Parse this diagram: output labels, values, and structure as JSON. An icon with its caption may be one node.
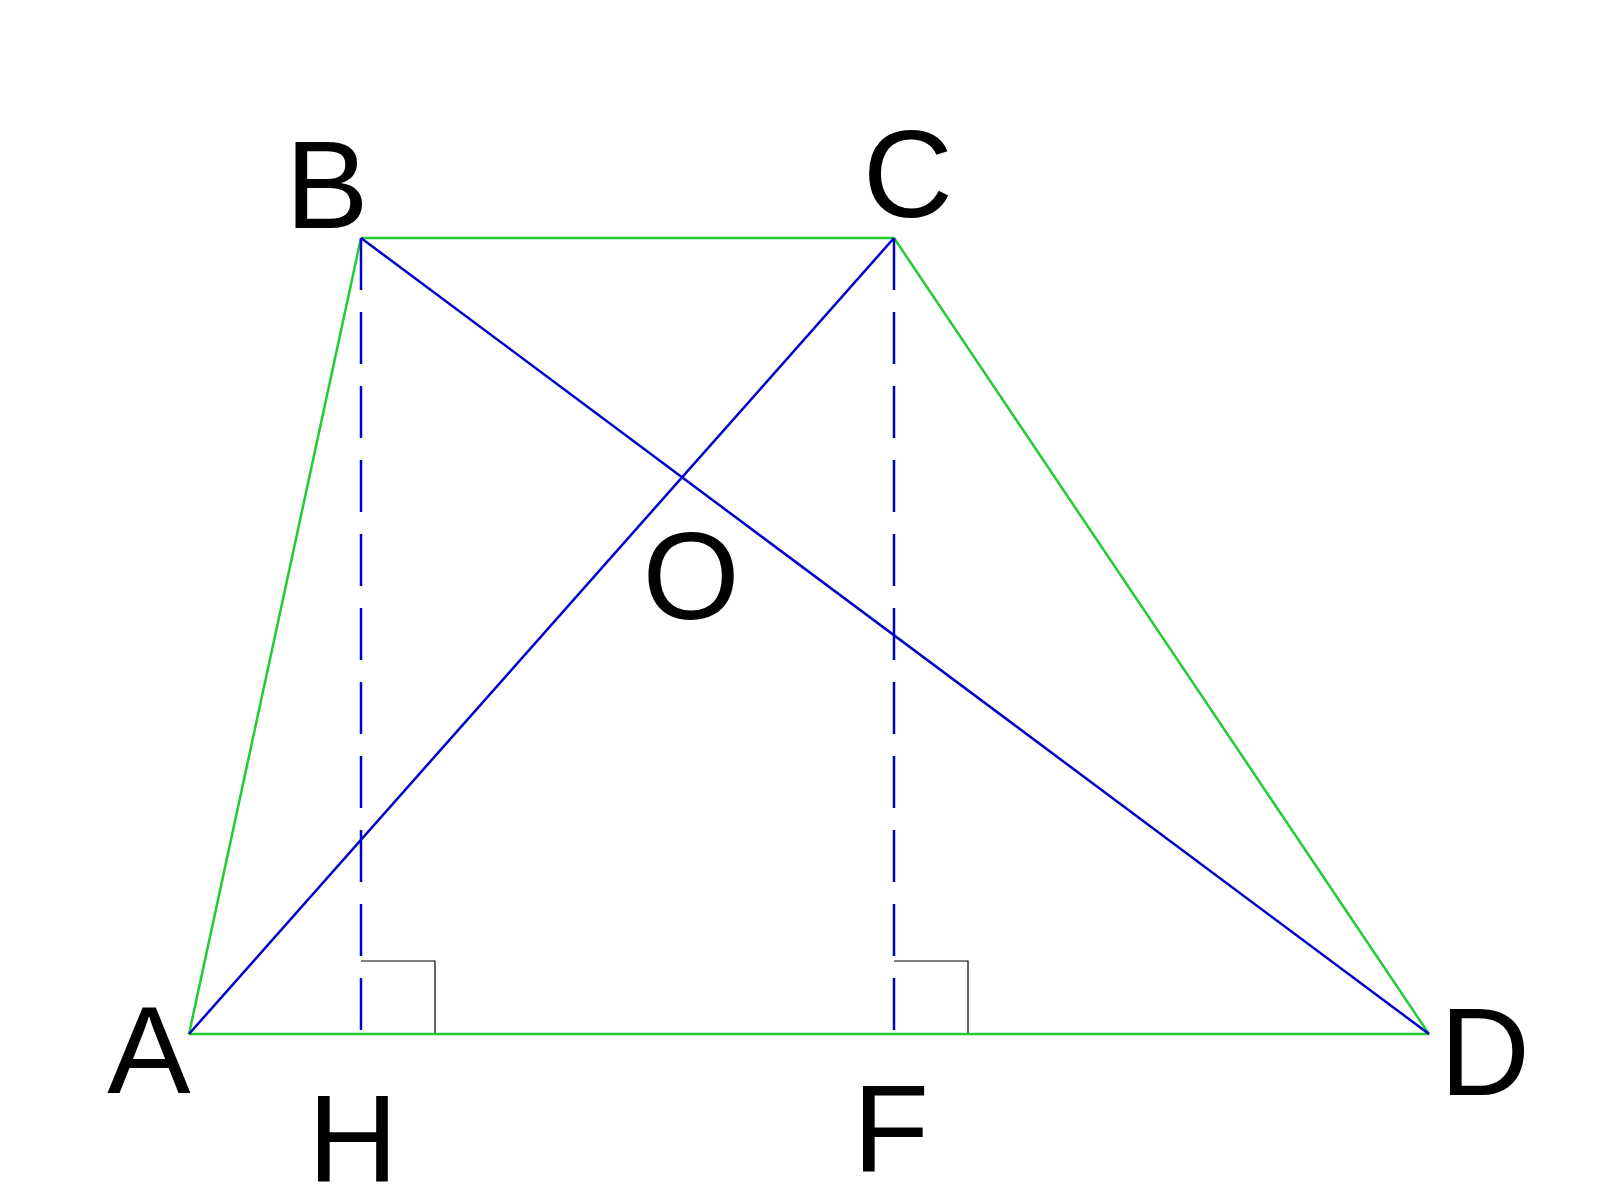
{
  "diagram": {
    "nodes": [
      {
        "text": [
          "B"
        ]
      },
      {
        "text": [
          "C"
        ]
      },
      {
        "text": [
          "A"
        ]
      },
      {
        "text": [
          "D"
        ]
      },
      {
        "text": [
          "H"
        ]
      },
      {
        "text": [
          "F"
        ]
      }
    ],
    "edges": [
      {
        "from": 2,
        "to": 0,
        "arrow": "none"
      },
      {
        "from": 0,
        "to": 1,
        "arrow": "none"
      },
      {
        "from": 1,
        "to": 3,
        "arrow": "none"
      },
      {
        "from": 2,
        "to": 3,
        "arrow": "none"
      },
      {
        "from": 2,
        "to": 1,
        "arrow": "none",
        "color": "#0000cc"
      },
      {
        "from": 0,
        "to": 3,
        "arrow": "none",
        "color": "#0000cc"
      },
      {
        "from": 0,
        "to": 4,
        "arrow": "none",
        "style": "dashed",
        "color": "#0000cc"
      },
      {
        "from": 1,
        "to": 5,
        "arrow": "none",
        "style": "dashed",
        "color": "#0000cc"
      }
    ],
    "labels": [
      "O"
    ]
  }
}
